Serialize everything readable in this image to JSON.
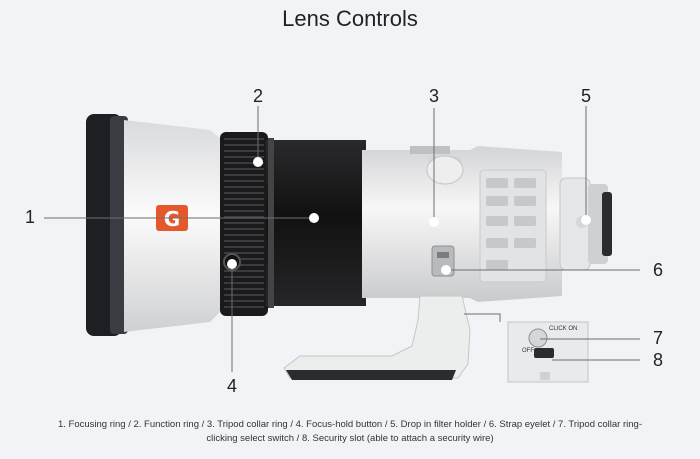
{
  "title": "Lens Controls",
  "callouts": [
    {
      "num": "1",
      "label": "Focusing ring"
    },
    {
      "num": "2",
      "label": "Function ring"
    },
    {
      "num": "3",
      "label": "Tripod collar ring"
    },
    {
      "num": "4",
      "label": "Focus-hold button"
    },
    {
      "num": "5",
      "label": "Drop in filter holder"
    },
    {
      "num": "6",
      "label": "Strap eyelet"
    },
    {
      "num": "7",
      "label": "Tripod collar ring-clicking select switch"
    },
    {
      "num": "8",
      "label": "Security slot (able to attach a security wire)"
    }
  ],
  "caption": {
    "line1": "1. Focusing ring / 2. Function ring / 3. Tripod collar ring / 4. Focus-hold button / 5. Drop in filter holder / 6. Strap eyelet / 7. Tripod collar ring-",
    "line2": "clicking select switch / 8. Security slot (able to attach a security wire)"
  },
  "lens_badge": "G",
  "switch_labels": {
    "click_on": "CLICK ON",
    "off": "OFF"
  },
  "colors": {
    "badge": "#e4582b",
    "lens_body": "#e9eaeb",
    "ring": "#1b1b1d"
  }
}
